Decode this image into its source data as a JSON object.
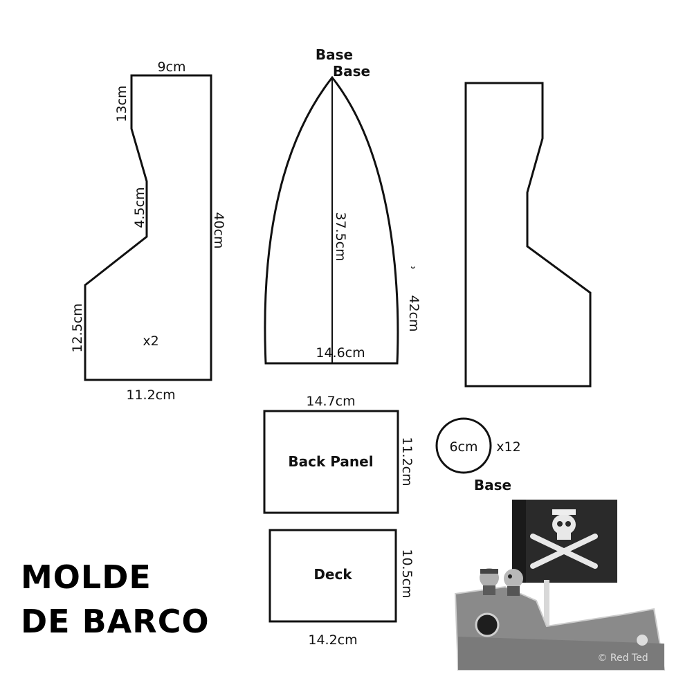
{
  "title": {
    "line1": "MOLDE",
    "line2": "DE BARCO"
  },
  "side_piece": {
    "top_width": "9cm",
    "upper_height": "13cm",
    "slant": "4.5cm",
    "height": "40cm",
    "lower_height": "12.5cm",
    "bottom_width": "11.2cm",
    "quantity": "x2"
  },
  "base_piece": {
    "label_1": "Base",
    "label_2": "Base",
    "center_height": "37.5cm",
    "edge_length": "42cm",
    "bottom_width": "14.6cm"
  },
  "back_panel": {
    "name": "Back Panel",
    "width": "14.7cm",
    "height": "11.2cm"
  },
  "deck": {
    "name": "Deck",
    "width": "14.2cm",
    "height": "10.5cm"
  },
  "circle": {
    "diameter": "6cm",
    "quantity": "x12",
    "label": "Base"
  },
  "photo": {
    "credit": "© Red Ted"
  },
  "colors": {
    "line": "#111111",
    "sail": "#2a2a2a",
    "hull": "#8a8a8a"
  }
}
